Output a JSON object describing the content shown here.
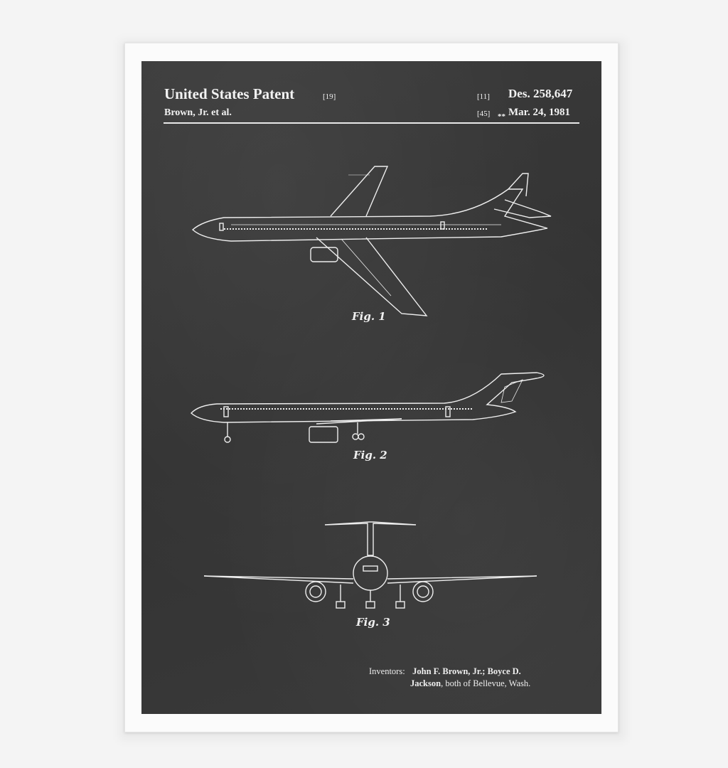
{
  "poster": {
    "header": {
      "title": "United States Patent",
      "title_ref": "[19]",
      "patent_ref": "[11]",
      "patent_number": "Des. 258,647",
      "author": "Brown, Jr. et al.",
      "date_ref": "[45]",
      "date_marker": "**",
      "date": "Mar. 24, 1981"
    },
    "figures": [
      {
        "label": "Fig. 1",
        "view": "top-perspective"
      },
      {
        "label": "Fig. 2",
        "view": "side"
      },
      {
        "label": "Fig. 3",
        "view": "front"
      }
    ],
    "inventors": {
      "label": "Inventors:",
      "line1_bold": "John F. Brown, Jr.; Boyce D.",
      "line2_bold": "Jackson",
      "line2_rest": ", both of Bellevue, Wash."
    },
    "colors": {
      "board": "#383838",
      "chalk": "#f2f2f2",
      "frame": "#fbfbfb",
      "background": "#f4f4f4"
    }
  }
}
